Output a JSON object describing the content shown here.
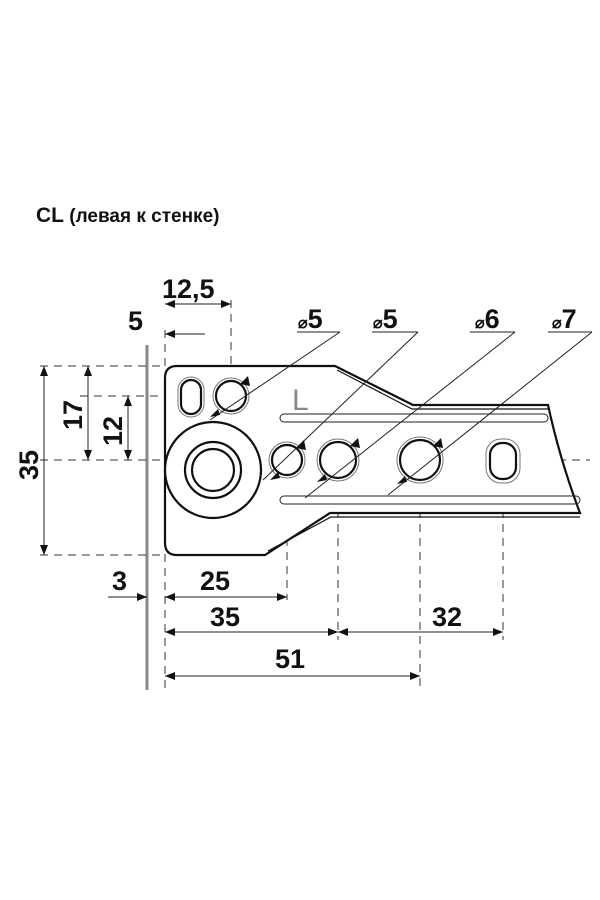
{
  "title": {
    "code": "CL",
    "description": "(левая к стенке)"
  },
  "part_marking": "L",
  "dimensions": {
    "horizontal": [
      "12,5",
      "5",
      "3",
      "25",
      "35",
      "32",
      "51"
    ],
    "vertical": [
      "35",
      "17",
      "12"
    ]
  },
  "diameters": [
    {
      "symbol": "⌀",
      "value": "5"
    },
    {
      "symbol": "⌀",
      "value": "5"
    },
    {
      "symbol": "⌀",
      "value": "6"
    },
    {
      "symbol": "⌀",
      "value": "7"
    }
  ]
}
